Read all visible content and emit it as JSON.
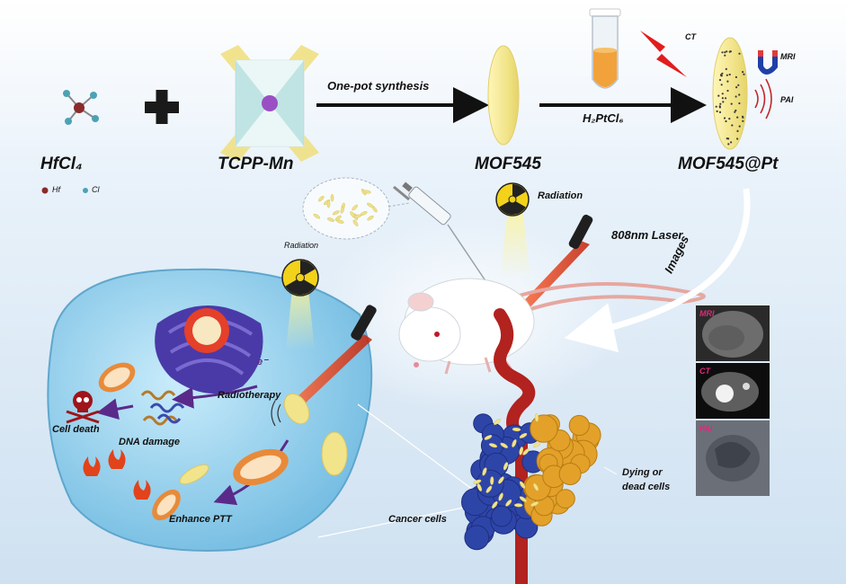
{
  "labels": {
    "hfcl4": "HfCl₄",
    "tcpp": "TCPP-Mn",
    "one_pot": "One-pot synthesis",
    "mof545": "MOF545",
    "h2ptcl6": "H₂PtCl₆",
    "mof_pt": "MOF545@Pt",
    "legend_hf": "Hf",
    "legend_cl": "Cl",
    "ct": "CT",
    "mri": "MRI",
    "pai": "PAI",
    "radiation_top": "Radiation",
    "laser": "808nm Laser",
    "images": "Images",
    "radiation_left": "Radiation",
    "electron": "e⁻",
    "radiotherapy": "Radiotherapy",
    "cell_death": "Cell death",
    "dna_damage": "DNA damage",
    "enhance_ptt": "Enhance PTT",
    "cancer_cells": "Cancer cells",
    "dying_cells_1": "Dying or",
    "dying_cells_2": "dead cells",
    "panel_mri": "MRI",
    "panel_ct": "CT",
    "panel_pai": "PAI"
  },
  "colors": {
    "hf": "#8b2a2a",
    "cl": "#4aa3b5",
    "mof": "#f3eaa0",
    "laser": "#d93a1a",
    "arrow": "#111111",
    "radiation": "#f2d21a",
    "cancer": "#2e45a8",
    "dying": "#e3a12a",
    "cell": "#8fcbe8",
    "purple_arrow": "#5a2a8a",
    "panel_label": "#e0287a"
  },
  "icons": [
    "radiation-icon",
    "laser-pen-icon",
    "syringe-icon",
    "test-tube-icon",
    "magnet-icon",
    "lightning-icon",
    "skull-icon",
    "flame-icon",
    "mouse-icon",
    "dna-icon",
    "mitochondria-icon",
    "golgi-icon"
  ]
}
